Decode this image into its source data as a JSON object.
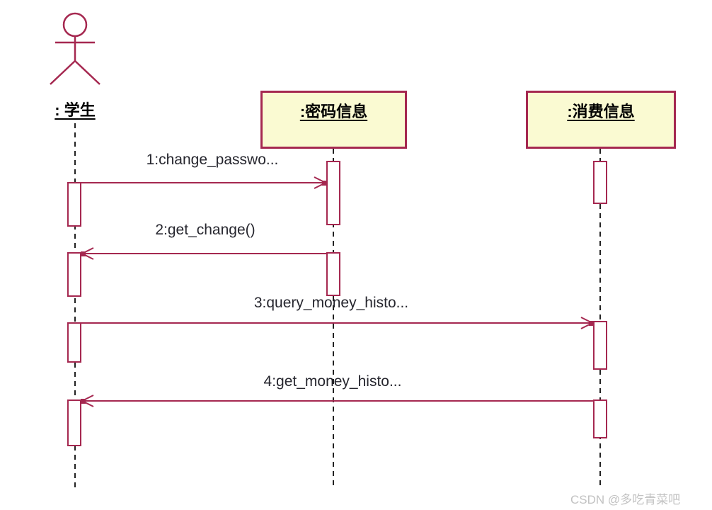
{
  "diagram": {
    "type": "uml-sequence",
    "actor": {
      "label": ": 学生"
    },
    "objects": [
      {
        "label": ":密码信息"
      },
      {
        "label": ":消费信息"
      }
    ],
    "messages": [
      {
        "num": 1,
        "label": "1:change_passwo...",
        "from": ": 学生",
        "to": ":密码信息",
        "direction": "right"
      },
      {
        "num": 2,
        "label": "2:get_change()",
        "from": ":密码信息",
        "to": ": 学生",
        "direction": "left"
      },
      {
        "num": 3,
        "label": "3:query_money_histo...",
        "from": ": 学生",
        "to": ":消费信息",
        "direction": "right"
      },
      {
        "num": 4,
        "label": "4:get_money_histo...",
        "from": ":消费信息",
        "to": ": 学生",
        "direction": "left"
      }
    ],
    "watermark": "CSDN @多吃青菜吧",
    "colors": {
      "shape_stroke": "#A52850",
      "object_fill": "#FAFAD2",
      "label_text": "#000000",
      "message_text": "#26262E",
      "lifeline": "#222222",
      "watermark_text": "#C2C2C2",
      "background": "#FFFFFF"
    }
  }
}
